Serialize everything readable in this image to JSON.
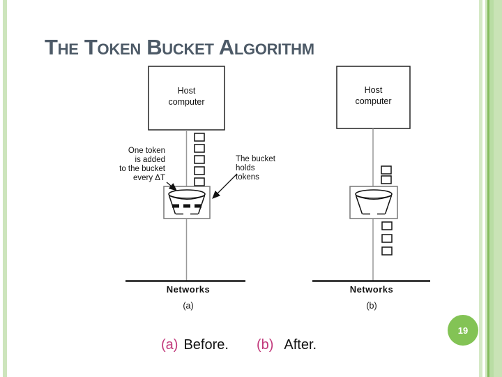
{
  "slide": {
    "title": "The Token Bucket Algorithm",
    "page_number": "19"
  },
  "caption": {
    "a_label": "(a)",
    "a_text": "Before.",
    "b_label": "(b)",
    "b_text": "After."
  },
  "diagram_a": {
    "host_line1": "Host",
    "host_line2": "computer",
    "left_label_line1": "One token",
    "left_label_line2": "is added",
    "left_label_line3": "to the bucket",
    "left_label_line4": "every ΔT",
    "right_label_line1": "The bucket",
    "right_label_line2": "holds",
    "right_label_line3": "tokens",
    "networks_label": "Networks",
    "sublabel": "(a)",
    "tokens_waiting_above_bucket": 5,
    "tokens_in_bucket": 3,
    "tokens_released": 0
  },
  "diagram_b": {
    "host_line1": "Host",
    "host_line2": "computer",
    "networks_label": "Networks",
    "sublabel": "(b)",
    "tokens_waiting_above_bucket": 2,
    "tokens_in_bucket": 0,
    "tokens_released": 3
  },
  "colors": {
    "title_text": "#4d5a67",
    "caption_label_pink": "#c23a7c",
    "badge_green": "#83c355",
    "border_green_light": "#cde5bc",
    "border_green_dark": "#85bc60",
    "diagram_line_gray": "#999999",
    "diagram_line_black": "#111111"
  }
}
